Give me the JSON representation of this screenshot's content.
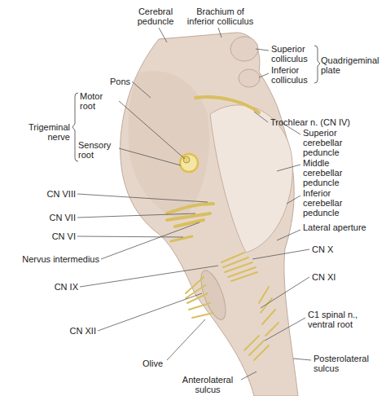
{
  "diagram": {
    "labels": [
      "Cerebral peduncle",
      "Brachium of inferior colliculus",
      "Superior colliculus",
      "Inferior colliculus",
      "Quadrigeminal plate",
      "Pons",
      "Motor root",
      "Trigeminal nerve",
      "Sensory root",
      "Trochlear n. (CN IV)",
      "Superior cerebellar peduncle",
      "Middle cerebellar peduncle",
      "Inferior cerebellar peduncle",
      "Lateral aperture",
      "CN VIII",
      "CN VII",
      "CN VI",
      "Nervus intermedius",
      "CN X",
      "CN IX",
      "CN XI",
      "CN XII",
      "Olive",
      "C1 spinal n., ventral root",
      "Posterolateral sulcus",
      "Anterolateral sulcus"
    ]
  }
}
